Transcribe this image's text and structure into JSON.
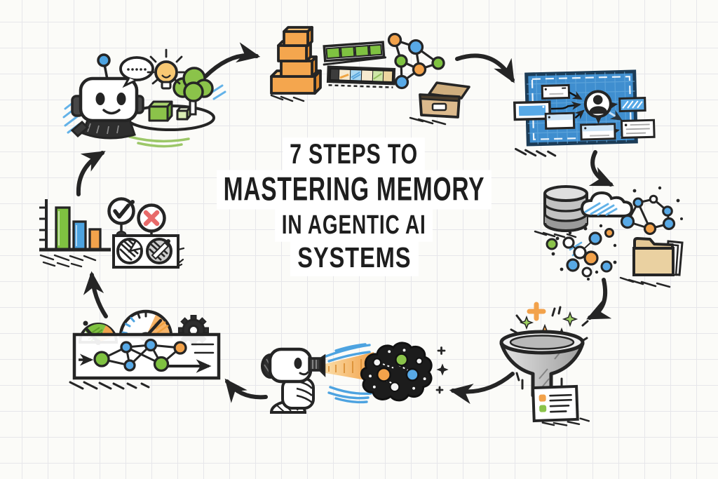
{
  "title": {
    "line1": "7 STEPS TO",
    "line2": "MASTERING MEMORY",
    "line3": "IN AGENTIC AI",
    "line4": "SYSTEMS"
  },
  "steps": [
    {
      "order": 1,
      "icon": "robot-with-idea-lightbulb-tree-and-blocks"
    },
    {
      "order": 2,
      "icon": "stacked-blocks-memory-bars-graph-and-open-box"
    },
    {
      "order": 3,
      "icon": "blueprint-flowchart-with-user-node"
    },
    {
      "order": 4,
      "icon": "database-cloud-graph-scatter-and-folder"
    },
    {
      "order": 5,
      "icon": "filter-funnel-with-sparkles-and-note"
    },
    {
      "order": 6,
      "icon": "robot-flashlight-illuminating-memory-cloud"
    },
    {
      "order": 7,
      "icon": "pipeline-box-with-gauges-gear-and-network"
    },
    {
      "order": 8,
      "icon": "evaluation-bar-chart-with-check-and-cross"
    }
  ],
  "palette": {
    "ink": "#252525",
    "orange": "#f2a24b",
    "green": "#7fc241",
    "blue": "#4da3e0",
    "scribble_blue": "#63b2e8",
    "panel_blue": "#3f8ecf",
    "cardboard_tan": "#dcba8d",
    "gray": "#bdbdbd",
    "red_x": "#e86a6a",
    "bulb_yellow": "#f7c873",
    "paper": "#fbfbf8",
    "grid_line": "#e6e6ea"
  }
}
